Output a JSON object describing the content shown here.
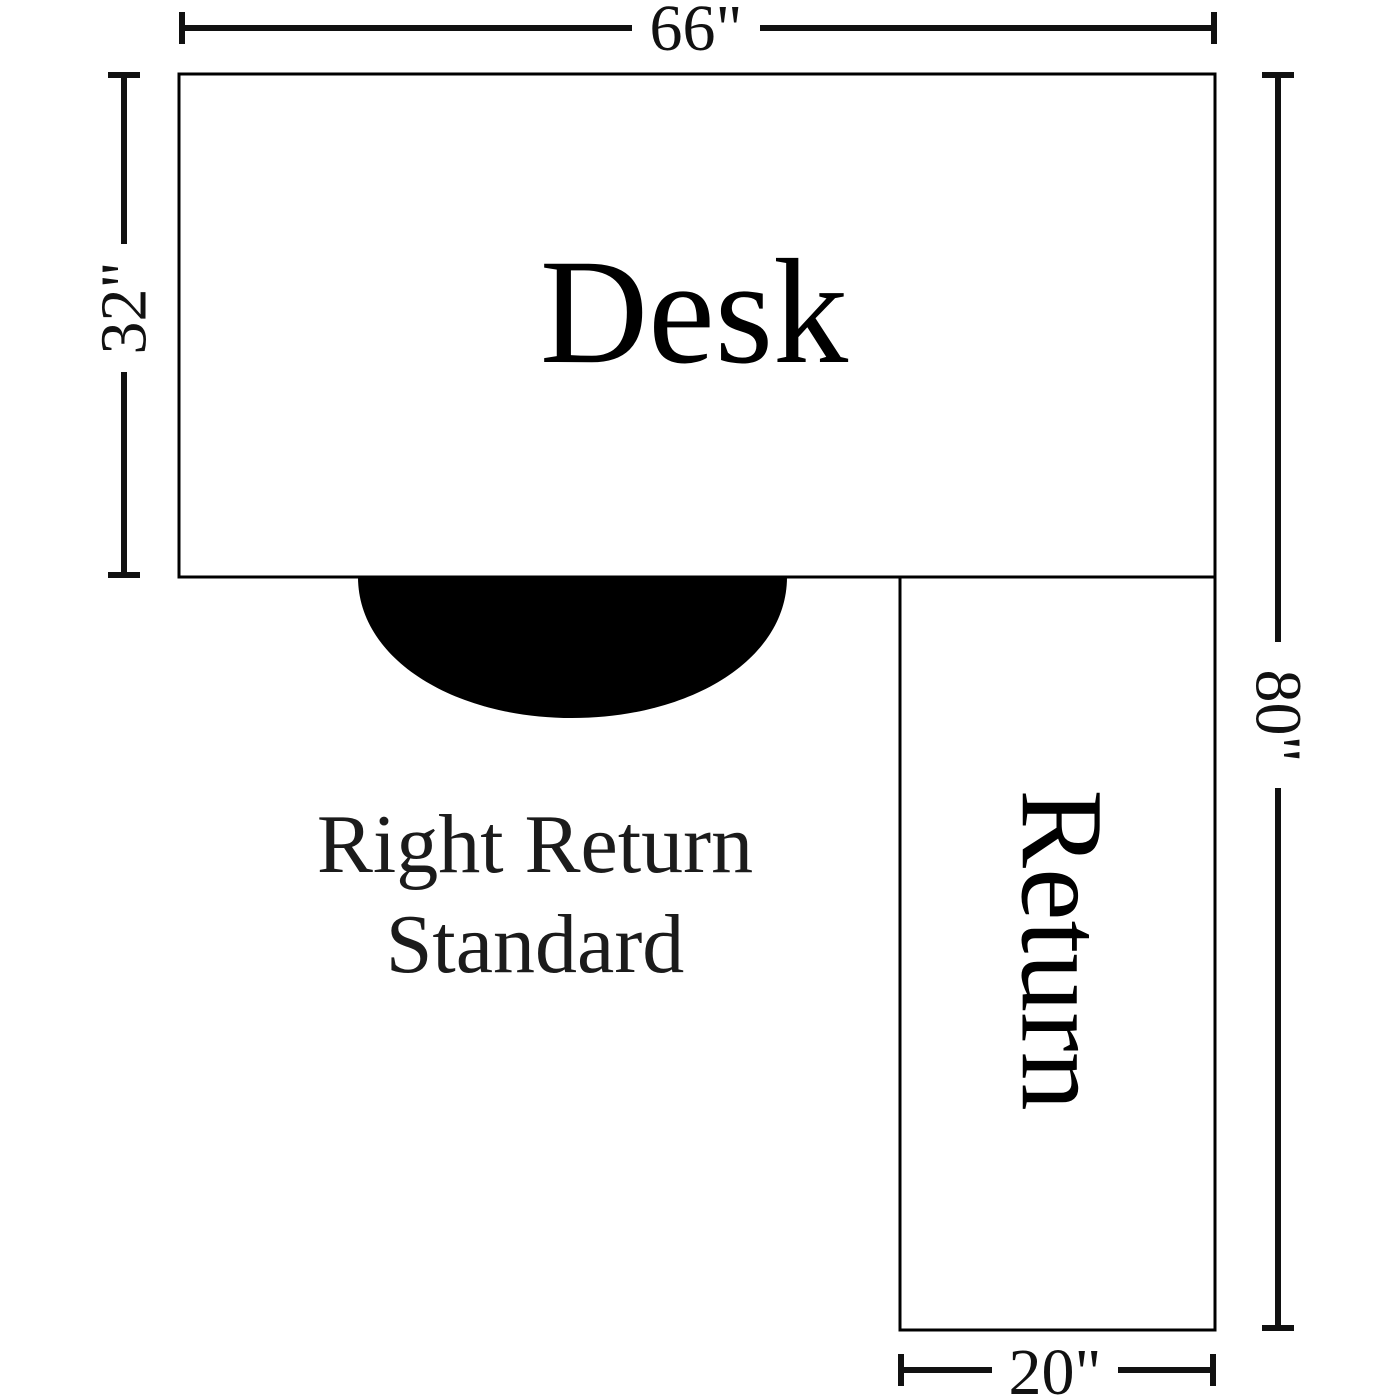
{
  "diagram": {
    "desk": {
      "label": "Desk"
    },
    "return": {
      "label": "Return"
    },
    "configuration": {
      "line1": "Right Return",
      "line2": "Standard"
    },
    "dimensions": {
      "desk_width": "66\"",
      "desk_depth": "32\"",
      "overall_length": "80\"",
      "return_width": "20\""
    },
    "colors": {
      "outline": "#000000",
      "chair": "#000000",
      "text": "#111111",
      "background": "#ffffff"
    }
  }
}
